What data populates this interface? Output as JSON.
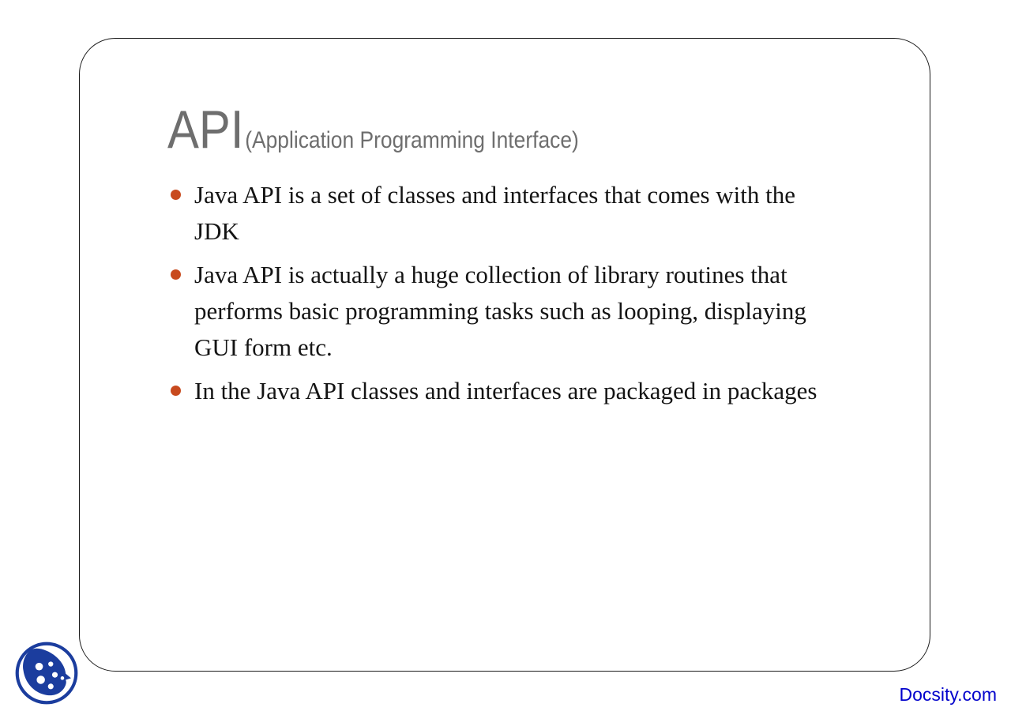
{
  "slide": {
    "title": "API",
    "subtitle": "(Application Programming Interface)",
    "bullets": [
      {
        "lines": [
          "Java API is a set of classes and interfaces that comes with the",
          "JDK"
        ]
      },
      {
        "lines": [
          "Java API is actually a huge collection of library routines that",
          "performs basic programming tasks such as looping, displaying",
          "GUI form etc."
        ]
      },
      {
        "lines": [
          "In the Java API classes and interfaces are packaged in packages"
        ]
      }
    ]
  },
  "footer": {
    "brand": "Docsity.com"
  },
  "icons": {
    "logo": "docsity-logo"
  },
  "colors": {
    "bullet_orange": "#C84A1E",
    "title_gray": "#6E6E6E",
    "body_text": "#141414",
    "brand_blue": "#0202CC",
    "logo_blue": "#1B3D9E",
    "border_black": "#1A1A1A"
  }
}
